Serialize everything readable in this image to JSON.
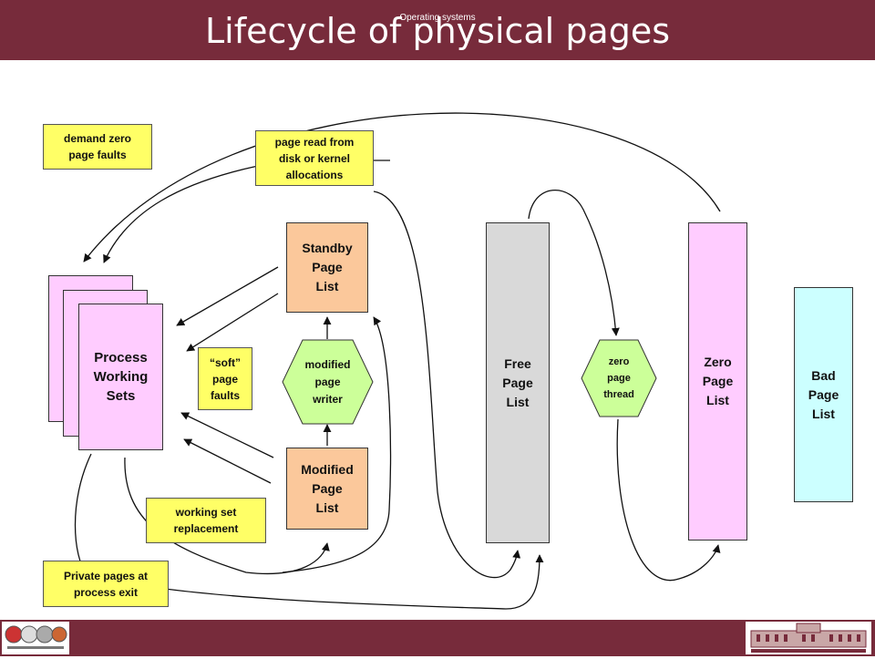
{
  "slide": {
    "title": "Lifecycle of physical pages",
    "footer": "Operating systems"
  },
  "boxes": {
    "process_working_sets": "Process\nWorking\nSets",
    "standby": "Standby\nPage\nList",
    "modified": "Modified\nPage\nList",
    "free": "Free\nPage\nList",
    "zero": "Zero\nPage\nList",
    "bad": "Bad\nPage\nList"
  },
  "hexagons": {
    "modified_page_writer": "modified\npage\nwriter",
    "zero_page_thread": "zero\npage\nthread"
  },
  "notes": {
    "demand_zero": "demand zero\npage faults",
    "page_read": "page read from\ndisk or kernel\nallocations",
    "soft_faults": "“soft”\npage\nfaults",
    "working_set_replacement": "working set\nreplacement",
    "private_pages": "Private pages at\nprocess exit"
  },
  "colors": {
    "header": "#772b3b",
    "working_sets": "#ffccff",
    "standby_modified": "#fbc89b",
    "free": "#d9d9d9",
    "zero": "#ffccff",
    "bad": "#ccffff",
    "hexagon": "#ccff99",
    "note": "#ffff66"
  },
  "logos": [
    "university-seal-logo",
    "university-building-logo"
  ]
}
